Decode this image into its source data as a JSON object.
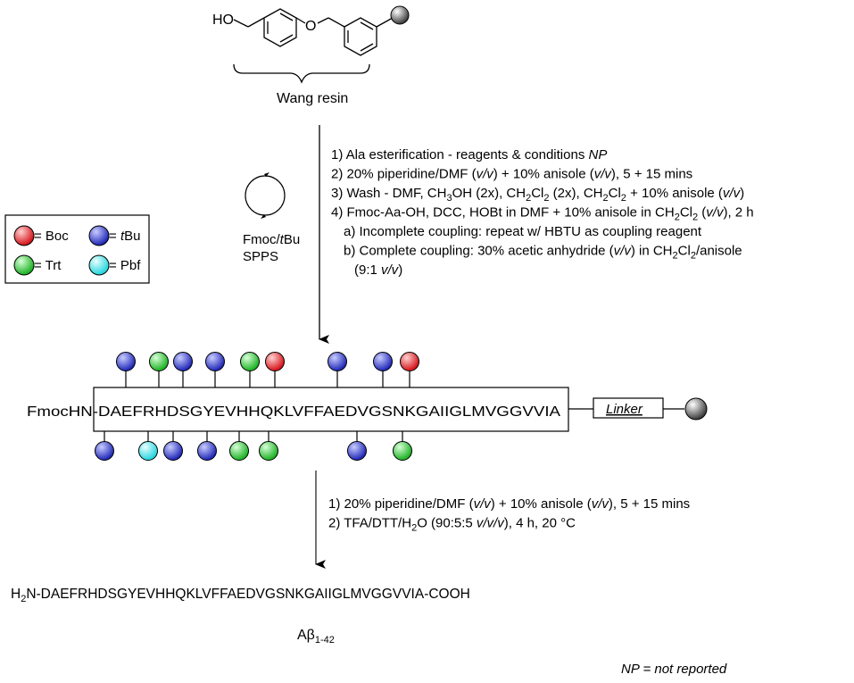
{
  "resin": {
    "hydroxyl_label": "HO",
    "ether_label": "O",
    "name": "Wang resin"
  },
  "cycle": {
    "line1": "Fmoc/",
    "line1_italic": "t",
    "line1_end": "Bu",
    "line2": "SPPS"
  },
  "legend": {
    "items": [
      {
        "color": "#e8191f",
        "label": "= Boc",
        "italic_prefix": ""
      },
      {
        "color": "#2a34c8",
        "label": "Bu",
        "italic_prefix": "t",
        "prefix": "= "
      },
      {
        "color": "#22c42a",
        "label": "= Trt",
        "italic_prefix": ""
      },
      {
        "color": "#30e0e6",
        "label": "= Pbf",
        "italic_prefix": ""
      }
    ]
  },
  "conditions1": [
    {
      "parts": [
        [
          "1) Ala esterification - reagents & conditions ",
          "n"
        ],
        [
          "NP",
          "i"
        ]
      ]
    },
    {
      "parts": [
        [
          "2) 20% piperidine/DMF (",
          "n"
        ],
        [
          "v/v",
          "i"
        ],
        [
          ") + 10% anisole (",
          "n"
        ],
        [
          "v/v",
          "i"
        ],
        [
          "), 5 + 15 mins",
          "n"
        ]
      ]
    },
    {
      "parts": [
        [
          "3) Wash - DMF, CH",
          "n"
        ],
        [
          "3",
          "sub"
        ],
        [
          "OH (2x), CH",
          "n"
        ],
        [
          "2",
          "sub"
        ],
        [
          "Cl",
          "n"
        ],
        [
          "2",
          "sub"
        ],
        [
          " (2x), CH",
          "n"
        ],
        [
          "2",
          "sub"
        ],
        [
          "Cl",
          "n"
        ],
        [
          "2",
          "sub"
        ],
        [
          " + 10% anisole (",
          "n"
        ],
        [
          "v/v",
          "i"
        ],
        [
          ")",
          "n"
        ]
      ]
    },
    {
      "parts": [
        [
          "4) Fmoc-Aa-OH, DCC, HOBt in DMF + 10% anisole in CH",
          "n"
        ],
        [
          "2",
          "sub"
        ],
        [
          "Cl",
          "n"
        ],
        [
          "2",
          "sub"
        ],
        [
          " (",
          "n"
        ],
        [
          "v/v",
          "i"
        ],
        [
          "), 2 h",
          "n"
        ]
      ]
    },
    {
      "parts": [
        [
          "a) Incomplete coupling: repeat w/ HBTU as coupling reagent",
          "n"
        ]
      ]
    },
    {
      "parts": [
        [
          "b) Complete coupling: 30% acetic anhydride (",
          "n"
        ],
        [
          "v/v",
          "i"
        ],
        [
          ") in CH",
          "n"
        ],
        [
          "2",
          "sub"
        ],
        [
          "Cl",
          "n"
        ],
        [
          "2",
          "sub"
        ],
        [
          "/anisole",
          "n"
        ]
      ]
    },
    {
      "parts": [
        [
          "(9:1 ",
          "n"
        ],
        [
          "v/v",
          "i"
        ],
        [
          ")",
          "n"
        ]
      ]
    }
  ],
  "peptide": {
    "sequence": "FmocHN-DAEFRHDSGYEVHHQKLVFFAEDVGSNKGAIIGLMVGGVVIA",
    "linker": "Linker",
    "top_groups": [
      "blue",
      "green",
      "blue",
      "blue",
      "green",
      "red",
      "blue",
      "blue",
      "red"
    ],
    "bottom_groups": [
      "blue",
      "cyan",
      "blue",
      "blue",
      "green",
      "green",
      "blue",
      "green"
    ]
  },
  "conditions2": [
    {
      "parts": [
        [
          "1) 20% piperidine/DMF (",
          "n"
        ],
        [
          "v/v",
          "i"
        ],
        [
          ") + 10% anisole (",
          "n"
        ],
        [
          "v/v",
          "i"
        ],
        [
          "), 5 + 15 mins",
          "n"
        ]
      ]
    },
    {
      "parts": [
        [
          "2) TFA/DTT/H",
          "n"
        ],
        [
          "2",
          "sub"
        ],
        [
          "O (90:5:5 ",
          "n"
        ],
        [
          "v/v/v",
          "i"
        ],
        [
          "), 4 h, 20 °C",
          "n"
        ]
      ]
    }
  ],
  "product": {
    "prefix": "H",
    "prefix_sub": "2",
    "sequence": "N-DAEFRHDSGYEVHHQKLVFFAEDVGSNKGAIIGLMVGGVVIA-COOH",
    "name_main": "Aβ",
    "name_sub": "1-42"
  },
  "footnote": "NP = not reported"
}
